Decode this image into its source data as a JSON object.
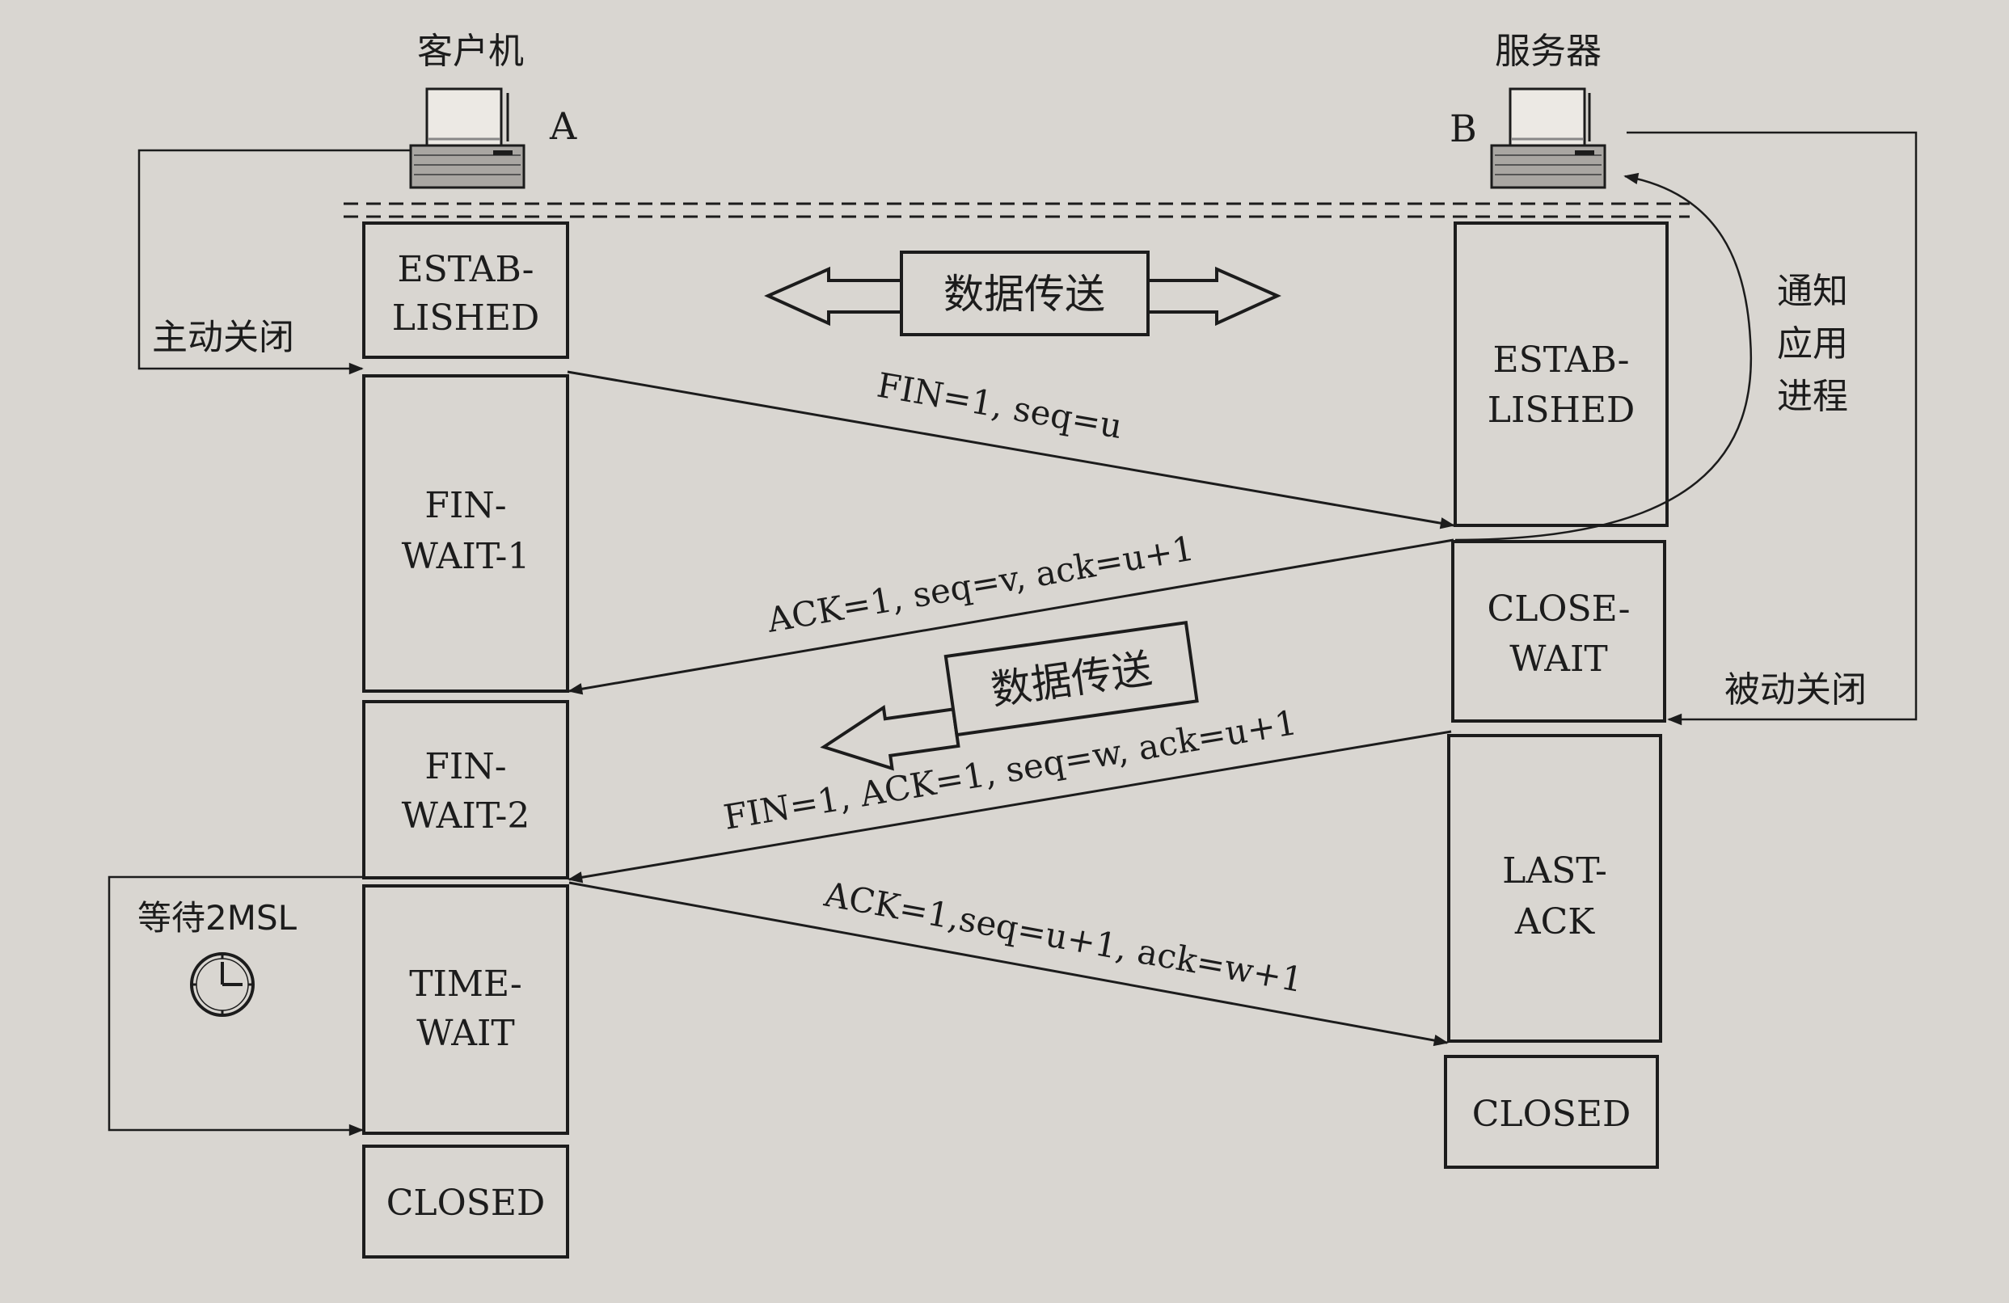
{
  "hosts": {
    "client": {
      "title": "客户机",
      "letter": "A",
      "icon": "computer-icon"
    },
    "server": {
      "title": "服务器",
      "letter": "B",
      "icon": "computer-icon"
    }
  },
  "client_states": [
    {
      "line1": "ESTAB-",
      "line2": "LISHED"
    },
    {
      "line1": "FIN-",
      "line2": "WAIT-1"
    },
    {
      "line1": "FIN-",
      "line2": "WAIT-2"
    },
    {
      "line1": "TIME-",
      "line2": "WAIT"
    },
    {
      "line1": "CLOSED",
      "line2": ""
    }
  ],
  "server_states": [
    {
      "line1": "ESTAB-",
      "line2": "LISHED"
    },
    {
      "line1": "CLOSE-",
      "line2": "WAIT"
    },
    {
      "line1": "LAST-",
      "line2": "ACK"
    },
    {
      "line1": "CLOSED",
      "line2": ""
    }
  ],
  "labels": {
    "active_close": "主动关闭",
    "passive_close": "被动关闭",
    "notify_line1": "通知",
    "notify_line2": "应用",
    "notify_line3": "进程",
    "wait_2msl": "等待2MSL",
    "clock_icon": "clock-icon"
  },
  "data_transfer": {
    "bidirectional": "数据传送",
    "server_to_client": "数据传送"
  },
  "messages": [
    "FIN=1, seq=u",
    "ACK=1, seq=v, ack=u+1",
    "FIN=1, ACK=1, seq=w, ack=u+1",
    "ACK=1,seq=u+1, ack=w+1"
  ]
}
